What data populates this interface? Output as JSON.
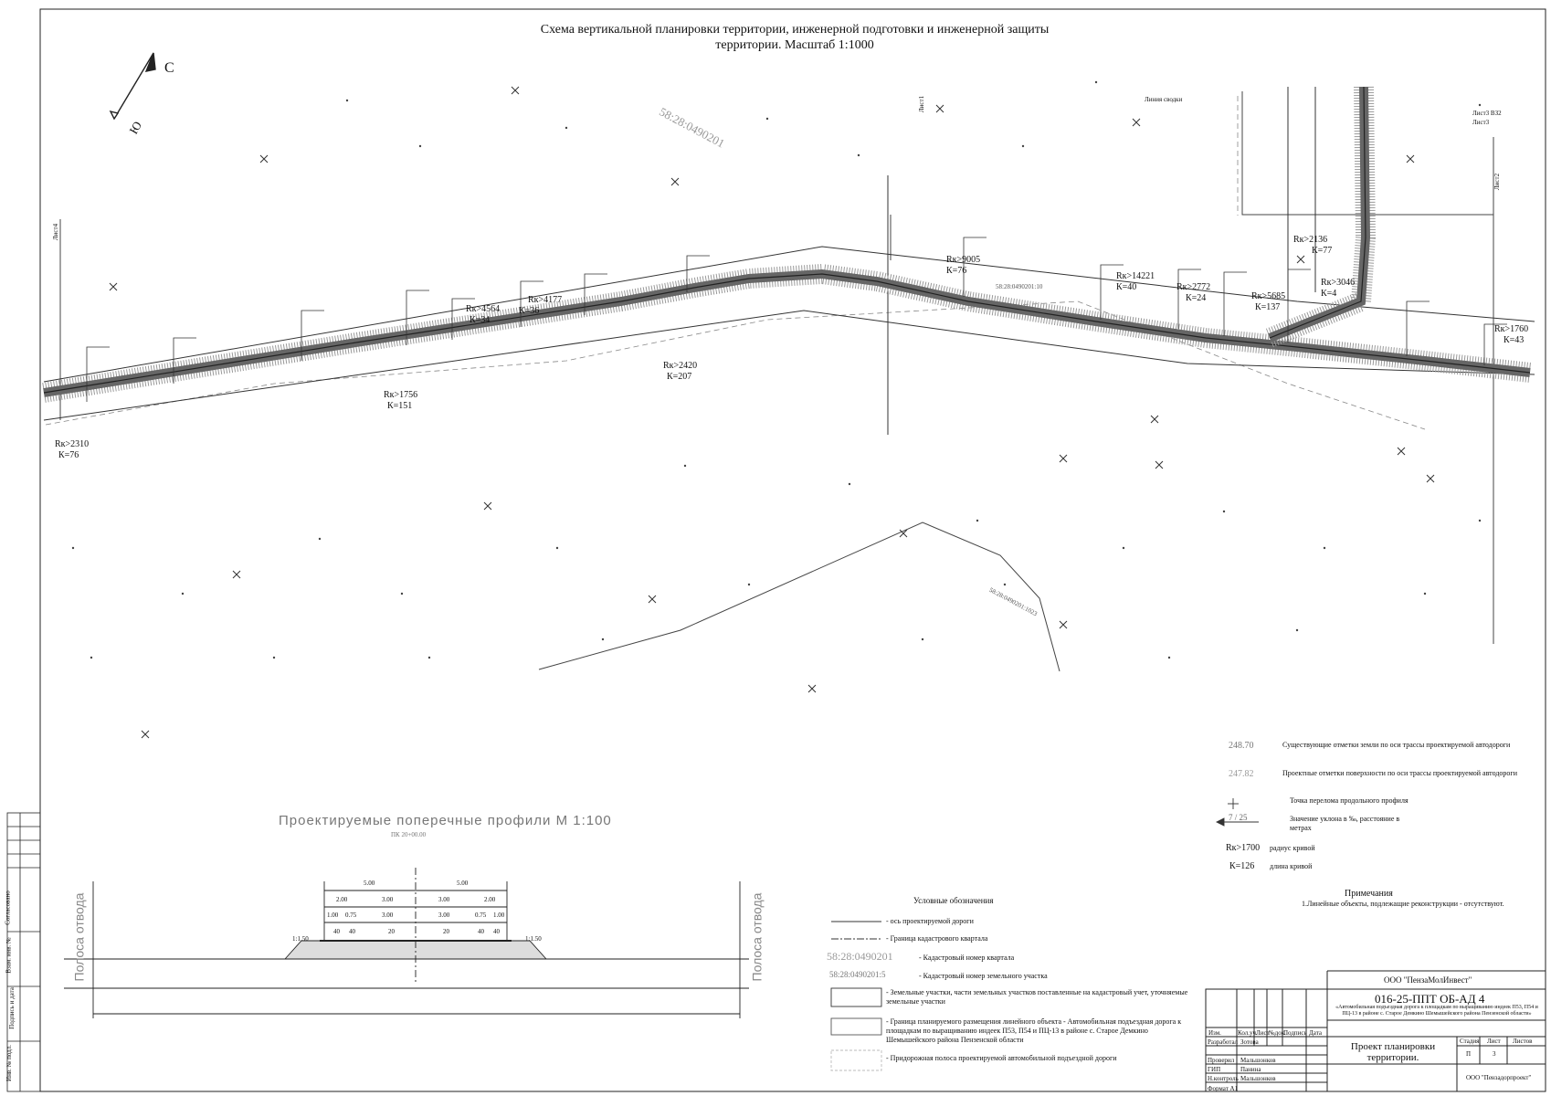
{
  "title": "Схема вертикальной планировки территории, инженерной подготовки и инженерной защиты территории. Масштаб 1:1000",
  "north_arrow": {
    "north": "С",
    "south": "Ю"
  },
  "cadastral_labels": [
    "58:28:0490201",
    "58:28:0490201:1023",
    "58:28:0490201:10"
  ],
  "sheet_links": [
    "Лист1",
    "Лист4",
    "Лист2",
    "Лист3",
    "Лист3 ВЗ2",
    "Линия сводки"
  ],
  "curves": [
    {
      "r": "Rк>2310",
      "k": "К=76"
    },
    {
      "r": "Rк>1756",
      "k": "К=151"
    },
    {
      "r": "Rк>4564",
      "k": "К=34"
    },
    {
      "r": "Rк>4177",
      "k": "К=36"
    },
    {
      "r": "Rк>2420",
      "k": "К=207"
    },
    {
      "r": "Rк>9005",
      "k": "К=76"
    },
    {
      "r": "Rк>14221",
      "k": "К=40"
    },
    {
      "r": "Rк>2772",
      "k": "К=24"
    },
    {
      "r": "Rк>5685",
      "k": "К=137"
    },
    {
      "r": "Rк>2136",
      "k": "К=77"
    },
    {
      "r": "Rк>3046",
      "k": "К=4"
    },
    {
      "r": "Rк>1760",
      "k": "К=43"
    }
  ],
  "profile_legend": [
    {
      "sym": "248.70",
      "text": "Существующие отметки земли по оси трассы проектируемой автодороги"
    },
    {
      "sym": "247.82",
      "text": "Проектные отметки поверхности по оси трассы проектируемой автодороги"
    },
    {
      "sym": "+",
      "text": "Точка перелома продольного профиля"
    },
    {
      "sym": "7 / 25",
      "text": "Значение уклона в ‰, расстояние в метрах"
    },
    {
      "sym": "Rк>1700",
      "text": "радиус кривой"
    },
    {
      "sym": "К=126",
      "text": "длина кривой"
    }
  ],
  "cross_section": {
    "title": "Проектируемые поперечные профили М 1:100",
    "picket": "ПК 20+00.00",
    "left_label": "Полоса отвода",
    "right_label": "Полоса отвода",
    "dims_top": [
      "5.00",
      "5.00"
    ],
    "dims_mid": [
      "2.00",
      "3.00",
      "3.00",
      "2.00"
    ],
    "dims_low": [
      "1.00",
      "0.75",
      "3.00",
      "3.00",
      "0.75",
      "1.00"
    ],
    "slopes": [
      "1:1.50",
      "1:1.50"
    ],
    "gradients": [
      "40",
      "40",
      "20",
      "20",
      "40",
      "40"
    ]
  },
  "legend": {
    "title": "Условные обозначения",
    "items": [
      "- ось проектируемой дороги",
      "- Граница кадастрового квартала",
      "- Кадастровый номер квартала",
      "- Кадастровый номер земельного участка",
      "- Земельные участки, части земельных участков поставленные на кадастровый учет, уточняемые земельные участки",
      "- Граница планируемого размещения линейного объекта - Автомобильная подъездная дорога к площадкам по выращиванию индеек П53, П54 и ПЦ-13 в районе с. Старое Демкино Шемышейского района Пензенской области",
      "- Придорожная полоса проектируемой автомобильной подъездной дороги"
    ],
    "kvartal_sample": "58:28:0490201",
    "parcel_sample": "58:28:0490201:5"
  },
  "notes": {
    "title": "Примечания",
    "text": "1.Линейные объекты, подлежащие реконструкции - отсутствуют."
  },
  "stamp": {
    "company": "ООО \"ПензаМолИнвест\"",
    "code": "016-25-ППТ ОБ-АД 4",
    "object": "«Автомобильная подъездная дорога к площадкам по выращиванию индеек П53, П54 и ПЦ-13 в районе с. Старое Демкино Шемышейского района Пензенской области»",
    "sheet_title": "Проект планировки территории.",
    "stage_label": "Стадия",
    "sheet_label": "Лист",
    "sheets_label": "Листов",
    "stage": "П",
    "sheet": "3",
    "org": "ООО \"Пензадорпроект\"",
    "headers": [
      "Изм.",
      "Кол.уч.",
      "Лист",
      "№док.",
      "Подпись",
      "Дата"
    ],
    "roles": [
      {
        "role": "Разработал",
        "name": "Зотова"
      },
      {
        "role": "Проверил",
        "name": "Мальшонков"
      },
      {
        "role": "ГИП",
        "name": "Панина"
      },
      {
        "role": "Н.контроль",
        "name": "Мальшонков"
      }
    ],
    "format": "Формат А1"
  },
  "side_stamp": [
    "Инв. № подл.",
    "Подпись и дата",
    "Взам. инв. №",
    "Согласовано"
  ]
}
